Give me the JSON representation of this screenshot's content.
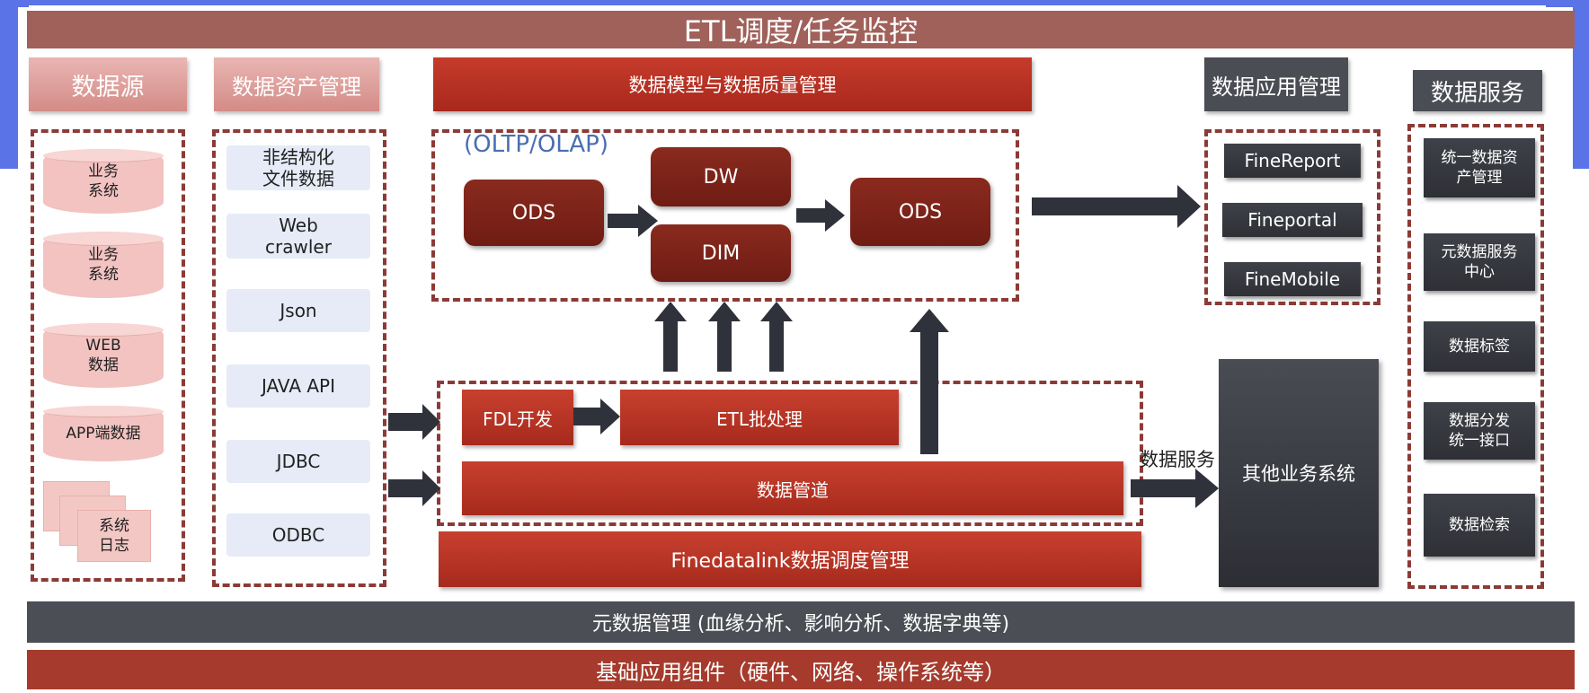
{
  "top_bar": "ETL调度/任务监控",
  "columns": {
    "data_source": "数据源",
    "data_asset": "数据资产管理",
    "model_quality": "数据模型与数据质量管理",
    "app_mgmt": "数据应用管理",
    "data_service": "数据服务"
  },
  "sources": [
    "业务\n系统",
    "业务\n系统",
    "WEB\n数据",
    "APP端数据",
    "系统\n日志"
  ],
  "assets": [
    "非结构化\n文件数据",
    "Web\ncrawler",
    "Json",
    "JAVA API",
    "JDBC",
    "ODBC"
  ],
  "warehouse": {
    "label": "(OLTP/OLAP)",
    "ods_left": "ODS",
    "dw": "DW",
    "dim": "DIM",
    "ods_right": "ODS"
  },
  "processing": {
    "fdl_dev": "FDL开发",
    "etl_batch": "ETL批处理",
    "pipeline": "数据管道",
    "scheduler": "Finedatalink数据调度管理"
  },
  "apps": [
    "FineReport",
    "Fineportal",
    "FineMobile"
  ],
  "service_label": "数据服务",
  "other_systems": "其他业务系统",
  "services": [
    "统一数据资\n产管理",
    "元数据服务\n中心",
    "数据标签",
    "数据分发\n统一接口",
    "数据检索"
  ],
  "bottom_bars": {
    "metadata": "元数据管理 (血缘分析、影响分析、数据字典等)",
    "base": "基础应用组件（硬件、网络、操作系统等）"
  }
}
